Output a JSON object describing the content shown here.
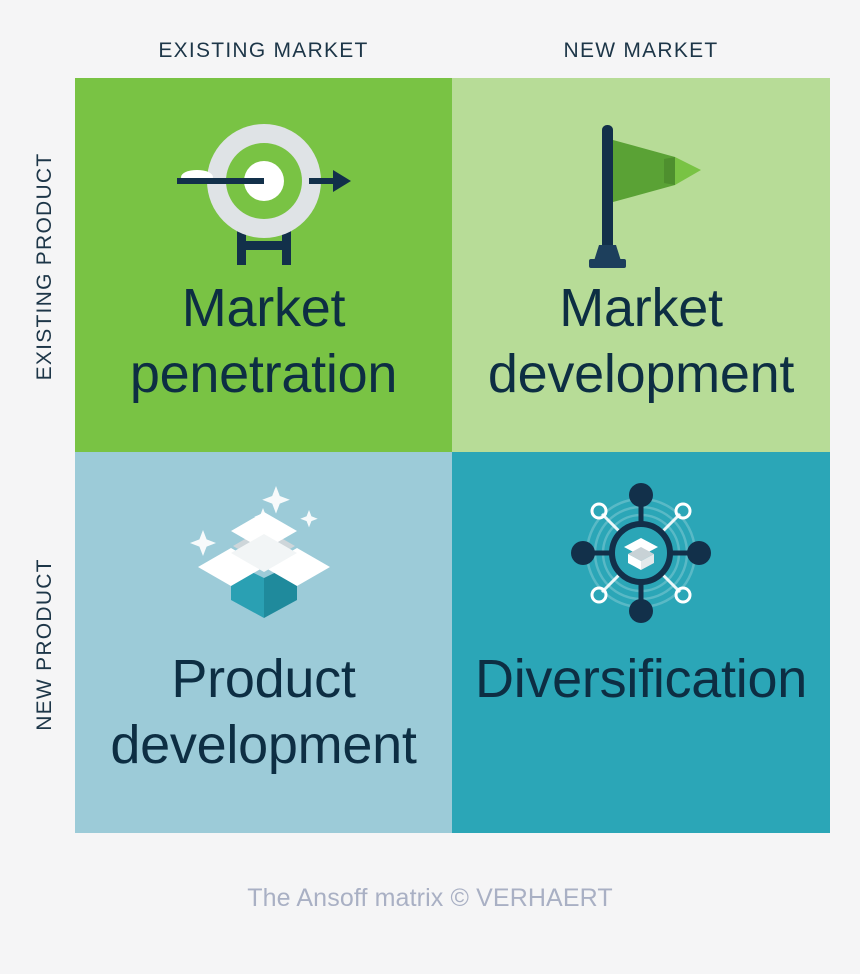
{
  "headers": {
    "columns": [
      {
        "id": "existing-market",
        "label": "EXISTING MARKET"
      },
      {
        "id": "new-market",
        "label": "NEW MARKET"
      }
    ],
    "rows": [
      {
        "id": "existing-product",
        "label": "EXISTING PRODUCT"
      },
      {
        "id": "new-product",
        "label": "NEW PRODUCT"
      }
    ]
  },
  "matrix": {
    "quadrants": [
      {
        "id": "market-penetration",
        "label": "Market penetration",
        "row": "EXISTING PRODUCT",
        "column": "EXISTING MARKET",
        "background": "#79c344",
        "icon": "target-arrow-icon"
      },
      {
        "id": "market-development",
        "label": "Market development",
        "row": "EXISTING PRODUCT",
        "column": "NEW MARKET",
        "background": "#b7dc97",
        "icon": "flag-icon"
      },
      {
        "id": "product-development",
        "label": "Product development",
        "row": "NEW PRODUCT",
        "column": "EXISTING MARKET",
        "background": "#9ccbd8",
        "icon": "open-box-sparkles-icon"
      },
      {
        "id": "diversification",
        "label": "Diversification",
        "row": "NEW PRODUCT",
        "column": "NEW MARKET",
        "background": "#2ba6b7",
        "icon": "network-hub-icon"
      }
    ]
  },
  "caption": {
    "text": "The Ansoff matrix © VERHAERT"
  },
  "colors": {
    "page_background": "#f5f5f6",
    "text_dark": "#0d2e43",
    "header_text": "#1d3648",
    "caption_text": "#a9b0c4",
    "icon_navy": "#12304a",
    "icon_white": "#ffffff",
    "icon_light_grey": "#dfe3e6",
    "flag_green_dark": "#5aa235",
    "flag_green_light": "#79c344",
    "box_teal_dark": "#1f8a9c",
    "box_teal_light": "#2ba6b7"
  }
}
